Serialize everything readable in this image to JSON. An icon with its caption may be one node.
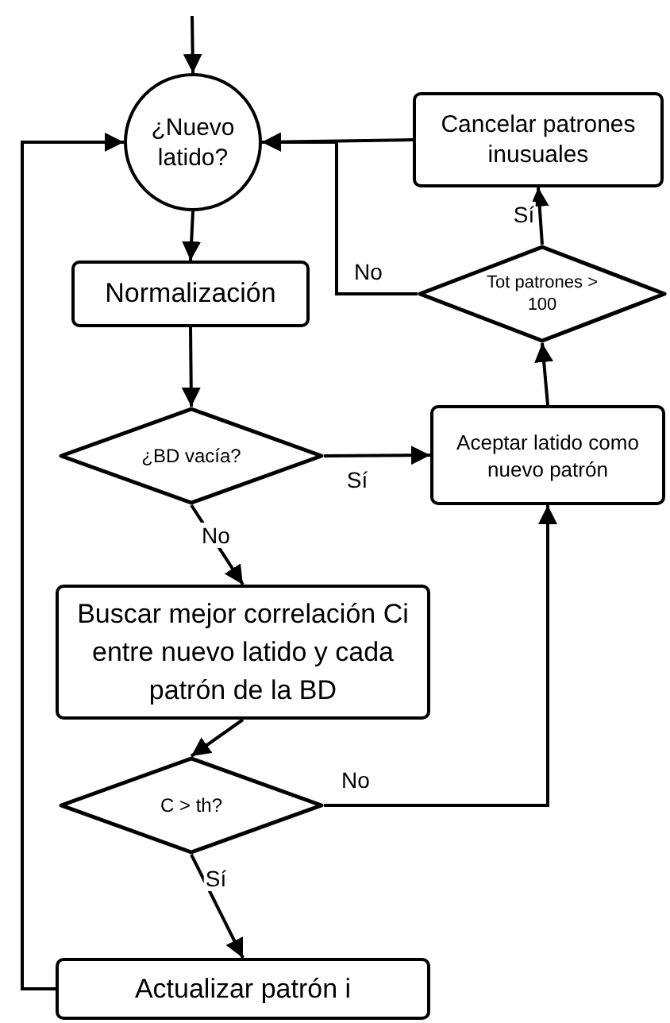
{
  "diagram": {
    "nodes": [
      {
        "text": [
          "¿Nuevo latido?"
        ]
      },
      {
        "text": [
          "Normalización"
        ]
      },
      {
        "text": [
          "¿BD vacía?"
        ]
      },
      {
        "text": [
          "Buscar mejor correlación Ci entre nuevo latido y cada patrón de la BD"
        ]
      },
      {
        "text": [
          "C > th?"
        ]
      },
      {
        "text": [
          "Actualizar patrón i"
        ]
      },
      {
        "text": [
          "Cancelar patrones inusuales"
        ]
      },
      {
        "text": [
          "Tot patrones > 100"
        ]
      },
      {
        "text": [
          "Aceptar latido como nuevo patrón"
        ]
      }
    ],
    "edges": [
      {
        "from": null,
        "to": 0,
        "arrow": "to"
      },
      {
        "from": 0,
        "to": 1,
        "arrow": "to"
      },
      {
        "from": 1,
        "to": 2,
        "arrow": "to"
      },
      {
        "from": 2,
        "to": 3,
        "arrow": "to",
        "label": "No"
      },
      {
        "from": 2,
        "to": 8,
        "arrow": "to",
        "label": "Sí"
      },
      {
        "from": 3,
        "to": 4,
        "arrow": "to"
      },
      {
        "from": 4,
        "to": 5,
        "arrow": "to",
        "label": "Sí"
      },
      {
        "from": 4,
        "to": 8,
        "arrow": "to",
        "label": "No"
      },
      {
        "from": 5,
        "to": 0,
        "arrow": "to"
      },
      {
        "from": 8,
        "to": 7,
        "arrow": "to"
      },
      {
        "from": 7,
        "to": 6,
        "arrow": "to",
        "label": "Sí"
      },
      {
        "from": 7,
        "to": 0,
        "arrow": "to",
        "label": "No"
      },
      {
        "from": 6,
        "to": 0,
        "arrow": "to"
      }
    ]
  }
}
